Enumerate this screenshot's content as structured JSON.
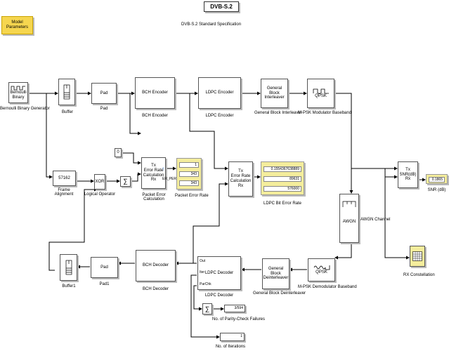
{
  "model": {
    "title": "DVB-S.2",
    "subtitle": "DVB-S.2 Standard Specification",
    "model_params_label": "Model Parameters"
  },
  "blocks": {
    "bernoulli": {
      "inner": "Bernoulli Binary",
      "caption": "Bernoulli Binary Generator"
    },
    "buffer": {
      "caption": "Buffer"
    },
    "pad": {
      "inner": "Pad",
      "caption": "Pad"
    },
    "bch_encoder": {
      "inner": "BCH Encoder",
      "caption": "BCH Encoder"
    },
    "ldpc_encoder": {
      "inner": "LDPC Encoder",
      "caption": "LDPC Encoder"
    },
    "interleaver": {
      "inner": "General Block Interleaver",
      "caption": "General Block Interleaver"
    },
    "qpsk_mod": {
      "inner": "QPSK",
      "caption": "M-PSK Modulator Baseband"
    },
    "const_zero": {
      "inner": "0"
    },
    "frame_align": {
      "inner": "57162",
      "caption": "Frame Alignment"
    },
    "xor": {
      "inner": "XOR",
      "caption": "Logical Operator"
    },
    "sum1": {
      "inner": "∑"
    },
    "per_calc": {
      "tx": "Tx",
      "inner": "Error Rate Calculation",
      "rx": "Rx",
      "caption": "Packet Error Calculation"
    },
    "per_goto": {
      "inner": "ER_PER"
    },
    "per_display": {
      "values": [
        "1",
        "343",
        "343"
      ],
      "caption": "Packet Error Rate"
    },
    "ber_calc": {
      "tx": "Tx",
      "inner": "Error Rate Calculation",
      "rx": "Rx"
    },
    "ber_display": {
      "values": [
        "0.1554367638889",
        "89631",
        "576000"
      ],
      "caption": "LDPC Bit Error Rate"
    },
    "snr_calc": {
      "tx": "Tx",
      "inner": "SNR(dB)",
      "rx": "Rx"
    },
    "snr_display": {
      "value": "0.1865",
      "caption": "SNR (dB)"
    },
    "awgn": {
      "inner": "AWGN",
      "caption": "AWGN Channel"
    },
    "rx_const": {
      "caption": "RX Constellation"
    },
    "qpsk_demod": {
      "inner": "QPSK",
      "caption": "M-PSK Demodulator Baseband"
    },
    "deinterleaver": {
      "inner": "General Block Deinterleaver",
      "caption": "General Block Deinterleaver"
    },
    "ldpc_decoder": {
      "out": "Out",
      "iter": "Iter",
      "parchk": "ParChk",
      "inner": "LDPC Decoder",
      "caption": "LDPC Decoder"
    },
    "bch_decoder": {
      "inner": "BCH Decoder",
      "caption": "BCH Decoder"
    },
    "pad1": {
      "inner": "Pad",
      "caption": "Pad1"
    },
    "buffer1": {
      "caption": "Buffer1"
    },
    "sum2": {
      "inner": "∑"
    },
    "parity_display": {
      "value": "3/594",
      "caption": "No. of Parity-Check Failures"
    },
    "iter_display": {
      "value": "1",
      "caption": "No. of Iterations"
    }
  },
  "colors": {
    "display_bg": "#f4ed9c",
    "model_params_bg": "#f6d64f",
    "wire": "#000000"
  }
}
